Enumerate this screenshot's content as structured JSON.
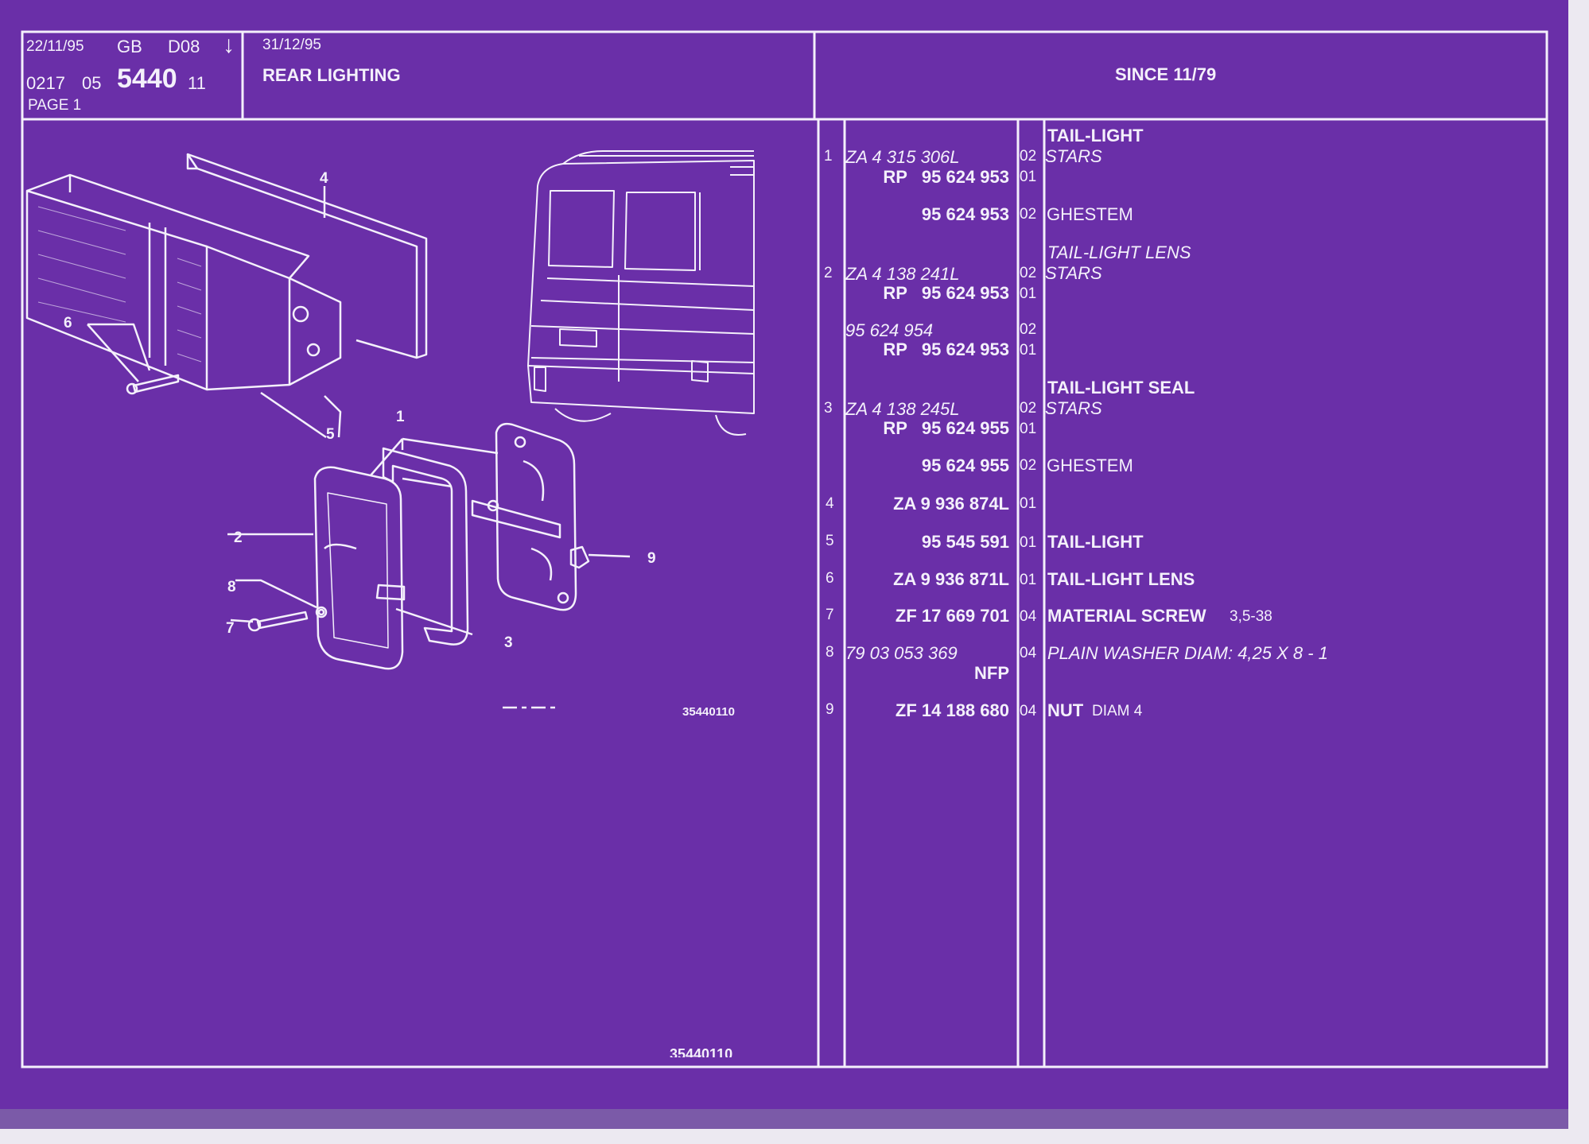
{
  "header": {
    "date1": "22/11/95",
    "lang": "GB",
    "code": "D08",
    "arrow": "↓",
    "line2_a": "0217",
    "line2_b": "05",
    "group": "5440",
    "line2_c": "11",
    "page": "PAGE 1",
    "date2": "31/12/95",
    "title": "REAR LIGHTING",
    "since": "SINCE 11/79"
  },
  "drawing": {
    "callouts": [
      "1",
      "2",
      "3",
      "4",
      "5",
      "6",
      "7",
      "8",
      "9"
    ],
    "ref_small": "35440110",
    "ref_bottom": "35440110"
  },
  "parts": [
    {
      "name": "TAIL-LIGHT"
    },
    {
      "item": "1",
      "ref": "ZA 4 315 306L",
      "qty": "02",
      "note": "STARS"
    },
    {
      "ref": "RP   95 624 953",
      "qty": "01"
    },
    {
      "ref": "95 624 953",
      "qty": "02",
      "note": "GHESTEM"
    },
    {
      "name": "TAIL-LIGHT LENS"
    },
    {
      "item": "2",
      "ref": "ZA 4 138 241L",
      "qty": "02",
      "note": "STARS"
    },
    {
      "ref": "RP   95 624 953",
      "qty": "01"
    },
    {
      "ref": "95 624 954",
      "qty": "02"
    },
    {
      "ref": "RP   95 624 953",
      "qty": "01"
    },
    {
      "name": "TAIL-LIGHT SEAL"
    },
    {
      "item": "3",
      "ref": "ZA 4 138 245L",
      "qty": "02",
      "note": "STARS"
    },
    {
      "ref": "RP   95 624 955",
      "qty": "01"
    },
    {
      "ref": "95 624 955",
      "qty": "02",
      "note": "GHESTEM"
    },
    {
      "item": "4",
      "ref": "ZA 9 936 874L",
      "qty": "01"
    },
    {
      "item": "5",
      "ref": "95 545 591",
      "qty": "01",
      "note": "TAIL-LIGHT"
    },
    {
      "item": "6",
      "ref": "ZA 9 936 871L",
      "qty": "01",
      "note": "TAIL-LIGHT LENS"
    },
    {
      "item": "7",
      "ref": "ZF 17 669 701",
      "qty": "04",
      "note": "MATERIAL SCREW",
      "note2": "3,5-38"
    },
    {
      "item": "8",
      "ref": "79 03 053 369",
      "qty": "04",
      "note": "PLAIN WASHER DIAM: 4,25 X 8 - 1"
    },
    {
      "ref": "NFP"
    },
    {
      "item": "9",
      "ref": "ZF 14 188 680",
      "qty": "04",
      "note": "NUT",
      "note2": "DIAM 4"
    }
  ],
  "colors": {
    "background": "#6a2fa8",
    "lines": "#f4f0fb"
  }
}
